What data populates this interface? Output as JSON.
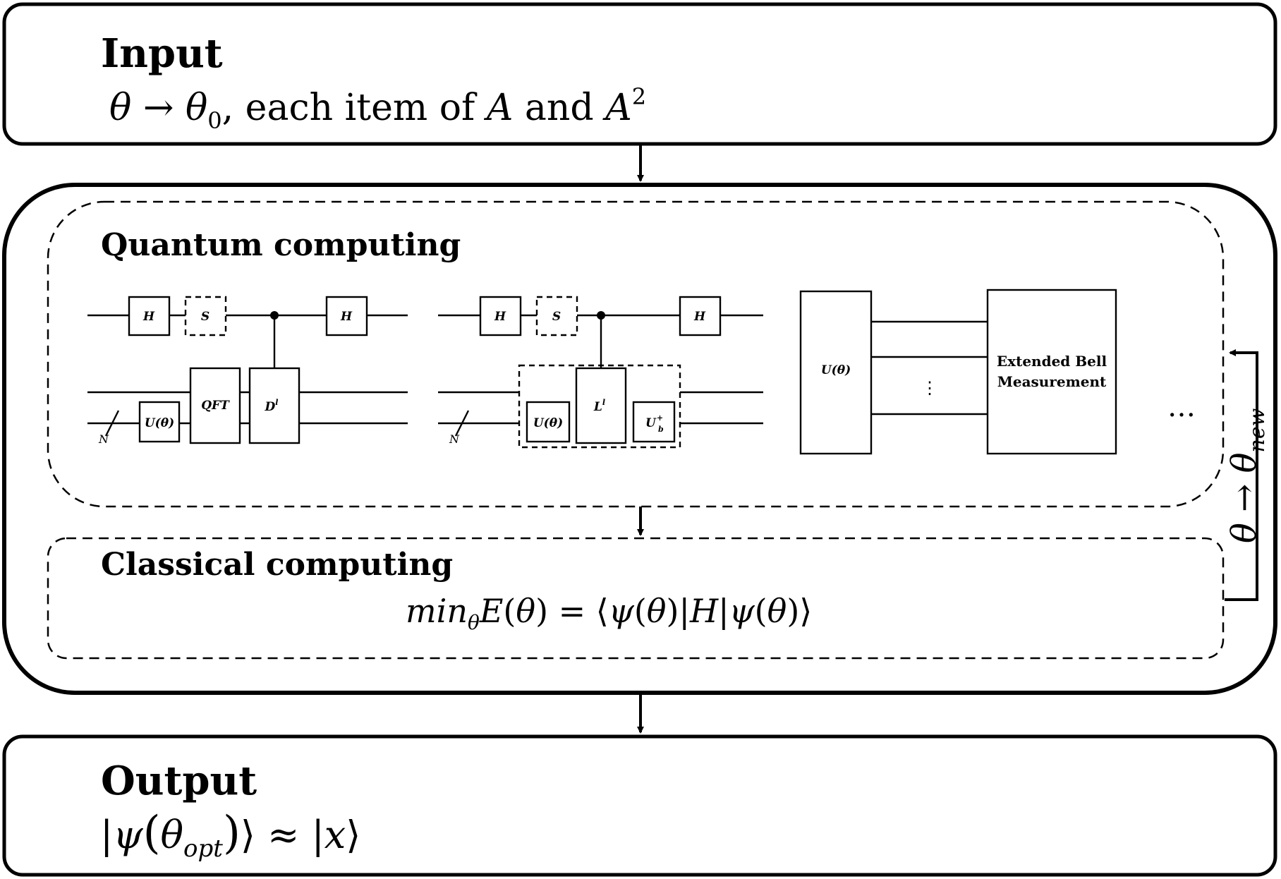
{
  "input": {
    "title": "Input",
    "formula": "θ → θ0, each item of A and A2"
  },
  "quantum": {
    "title": "Quantum computing",
    "circuit1": {
      "gate_h1": "H",
      "gate_s": "S",
      "gate_h2": "H",
      "gate_u": "U(θ)",
      "gate_qft": "QFT",
      "gate_d": "D",
      "gate_d_sup": "l",
      "register": "N"
    },
    "circuit2": {
      "gate_h1": "H",
      "gate_s": "S",
      "gate_h2": "H",
      "gate_u": "U(θ)",
      "gate_l": "L",
      "gate_l_sup": "l",
      "gate_ub": "U",
      "gate_ub_sub": "b",
      "gate_ub_sup": "+",
      "register": "N"
    },
    "circuit3": {
      "gate_u": "U(θ)",
      "vdots": "⋮",
      "measure_line1": "Extended Bell",
      "measure_line2": "Measurement"
    },
    "ellipsis": "…"
  },
  "classical": {
    "title": "Classical computing",
    "formula": "minθE(θ) = ⟨ψ(θ)|H|ψ(θ)⟩"
  },
  "feedback": {
    "label": "θ → θnew"
  },
  "output": {
    "title": "Output",
    "formula": "|ψ(θopt)⟩ ≈ |x⟩"
  }
}
